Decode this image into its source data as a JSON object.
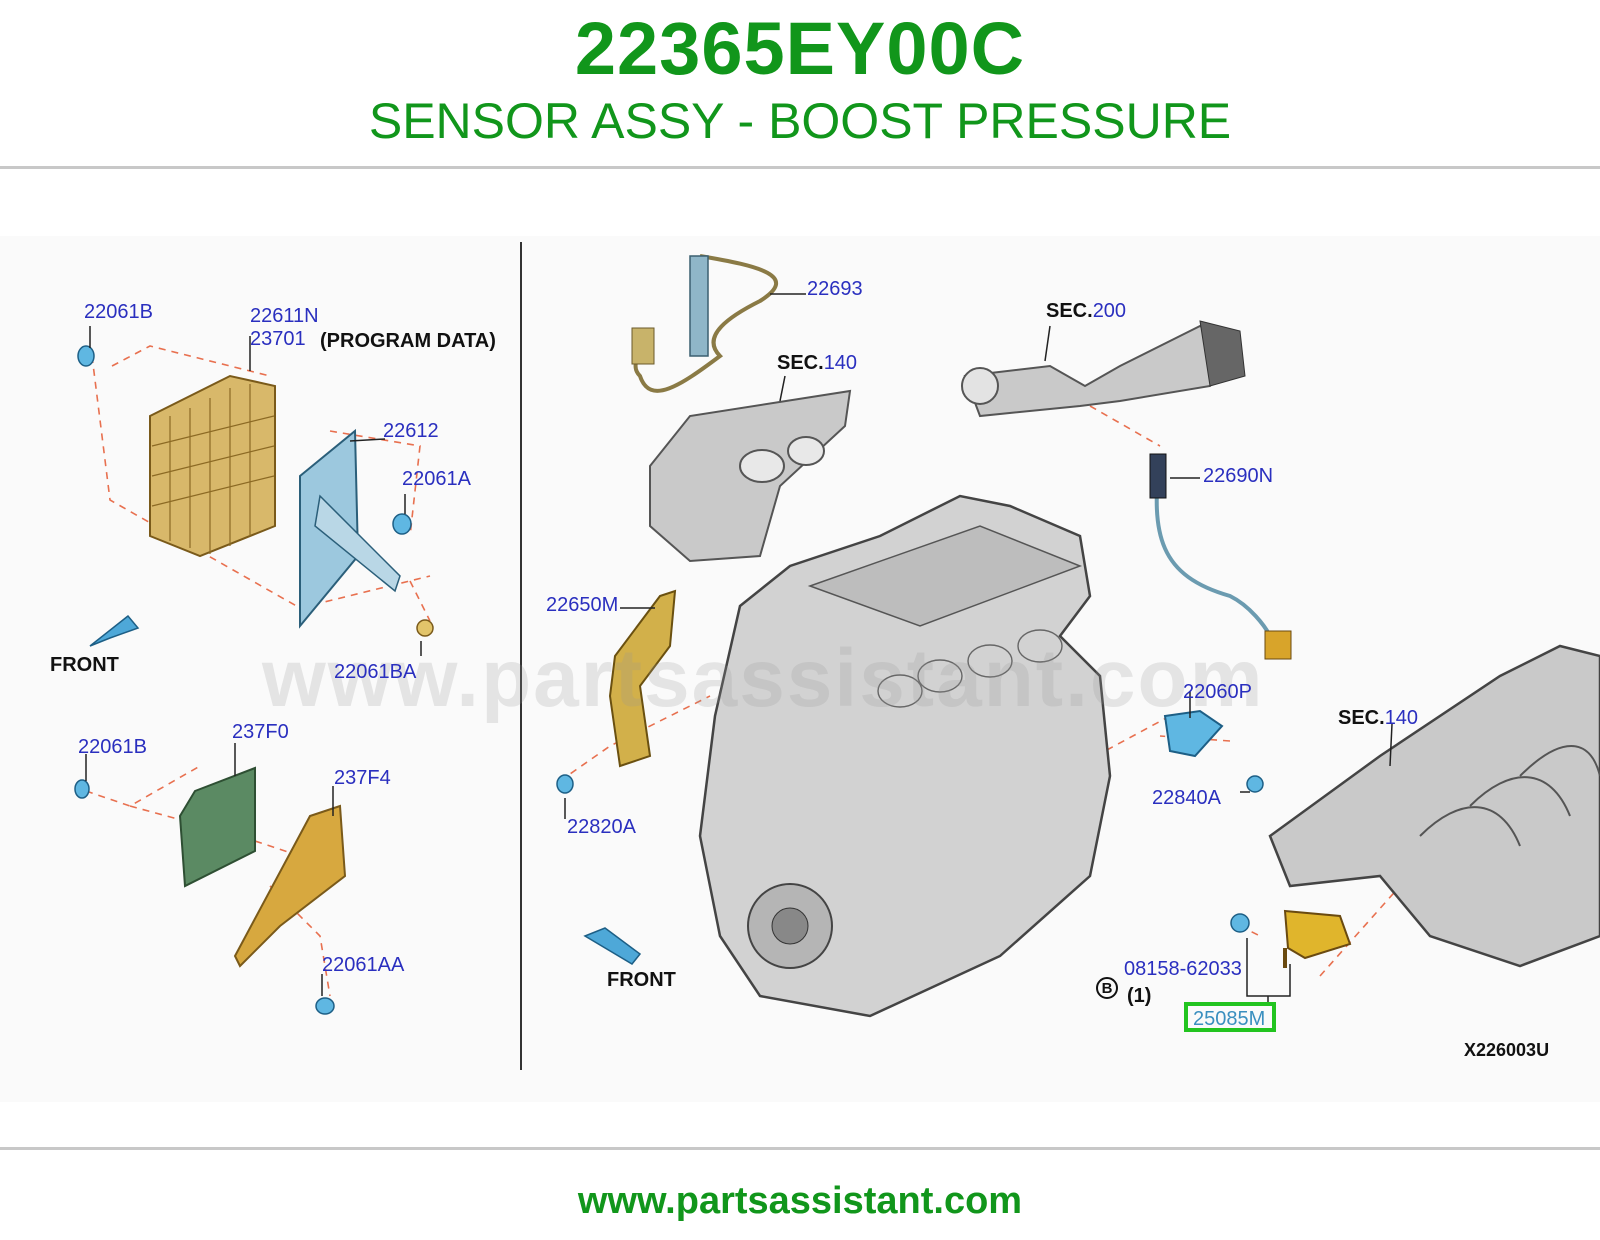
{
  "header": {
    "part_number": "22365EY00C",
    "description": "SENSOR ASSY - BOOST PRESSURE"
  },
  "diagram": {
    "labels": {
      "l1": "22061B",
      "l2": "22611N",
      "l3": "23701",
      "l4": "(PROGRAM DATA)",
      "l5": "22612",
      "l6": "22061A",
      "l7": "FRONT",
      "l8": "22061BA",
      "l9": "22061B",
      "l10": "237F0",
      "l11": "237F4",
      "l12": "22061AA",
      "l13": "22693",
      "l14": "22650M",
      "l15": "22820A",
      "l16": "FRONT",
      "l17": "22690N",
      "l18": "22060P",
      "l19": "22840A",
      "l20": "08158-62033",
      "l21": "(1)",
      "l22": "25085M",
      "l23": "X226003U"
    },
    "sections": [
      {
        "prefix": "SEC.",
        "number": "140"
      },
      {
        "prefix": "SEC.",
        "number": "200"
      },
      {
        "prefix": "SEC.",
        "number": "140"
      }
    ],
    "callout_letter": "B",
    "highlighted_part": "25085M",
    "watermark": "www.partsassistant.com"
  },
  "footer": {
    "url": "www.partsassistant.com"
  },
  "colors": {
    "title_green": "#11961b",
    "label_blue": "#2a2fbf",
    "highlight_green": "#22c41f",
    "leader_dash": "#e8704f"
  }
}
